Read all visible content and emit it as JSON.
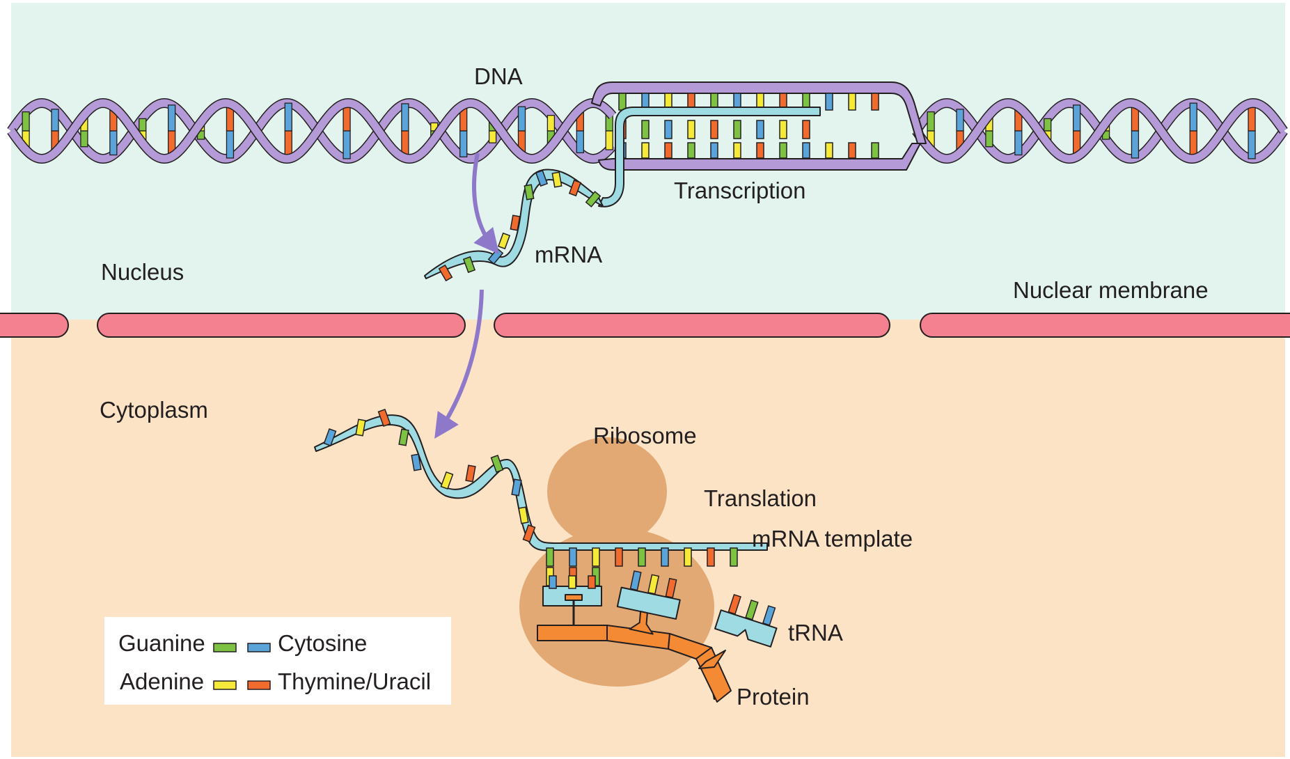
{
  "labels": {
    "dna": "DNA",
    "transcription": "Transcription",
    "mrna": "mRNA",
    "nucleus": "Nucleus",
    "nuclear_membrane": "Nuclear membrane",
    "cytoplasm": "Cytoplasm",
    "ribosome": "Ribosome",
    "translation": "Translation",
    "mrna_template": "mRNA template",
    "trna": "tRNA",
    "protein": "Protein"
  },
  "legend": {
    "items": [
      {
        "label": "Guanine",
        "color": "#7dc242"
      },
      {
        "label": "Cytosine",
        "color": "#5ba4d9"
      },
      {
        "label": "Adenine",
        "color": "#f5ea3a"
      },
      {
        "label": "Thymine/Uracil",
        "color": "#f26b2e"
      }
    ]
  },
  "colors": {
    "nucleus_bg": "#e3f4ef",
    "cytoplasm_bg": "#fce3c6",
    "membrane": "#f3818f",
    "dna_strand": "#b49ad6",
    "mrna_strand": "#9fdbe3",
    "arrow": "#8e78c9",
    "ribosome": "#e2a974",
    "protein": "#f58a35",
    "trna": "#9fdbe3"
  }
}
